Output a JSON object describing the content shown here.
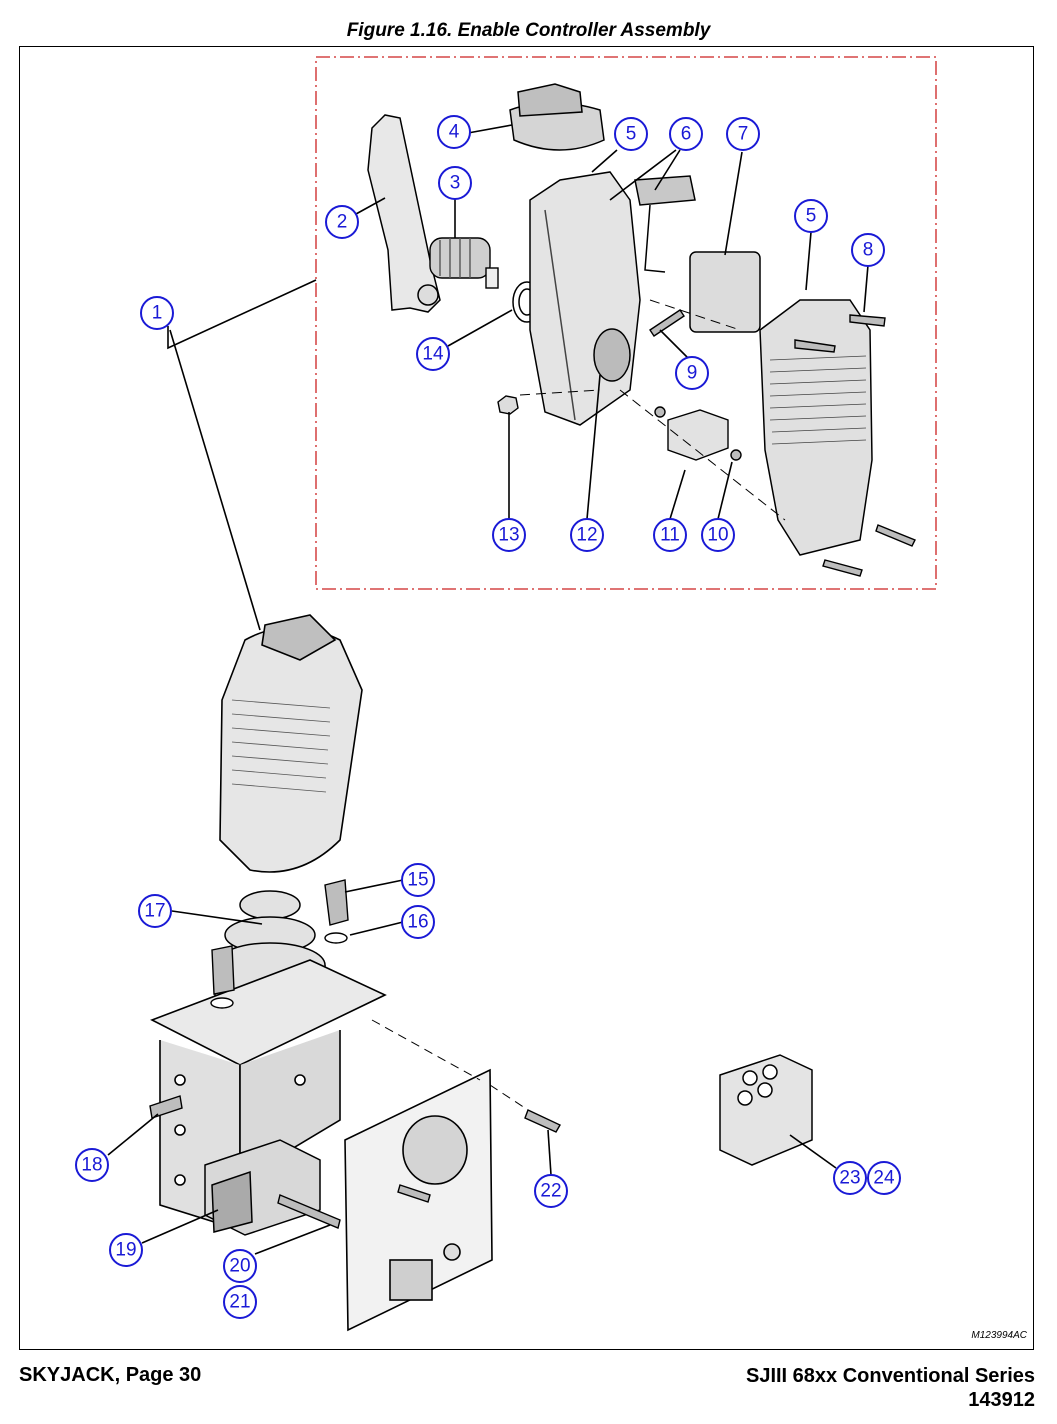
{
  "figure": {
    "title": "Figure 1.16.  Enable Controller Assembly",
    "drawing_code": "M123994AC"
  },
  "callouts": [
    "1",
    "2",
    "3",
    "4",
    "5",
    "6",
    "7",
    "5",
    "8",
    "9",
    "14",
    "13",
    "12",
    "11",
    "10",
    "15",
    "16",
    "17",
    "18",
    "19",
    "20",
    "21",
    "22",
    "23",
    "24"
  ],
  "footer": {
    "left": "SKYJACK, Page 30",
    "right_line1": "SJIII 68xx Conventional Series",
    "right_line2": "143912"
  },
  "colors": {
    "callout": "#1a1ad6",
    "detail_border": "#cc2222",
    "line": "#000000"
  }
}
